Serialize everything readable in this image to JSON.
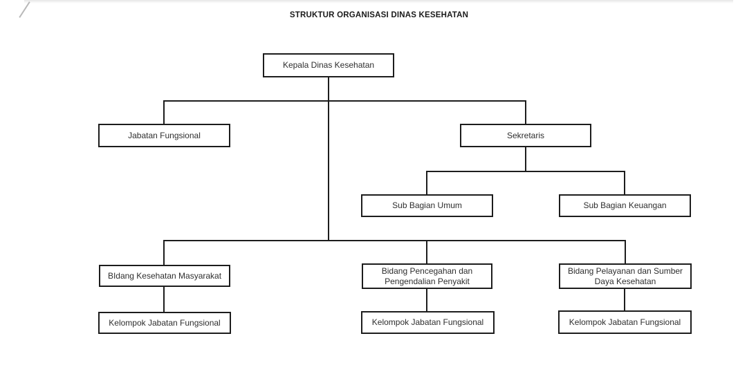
{
  "page": {
    "title": "STRUKTUR ORGANISASI DINAS KESEHATAN"
  },
  "colors": {
    "background": "#ffffff",
    "title": "#1a1a1a",
    "text": "#2d2d2d",
    "box-border": "#1c1c1c",
    "line": "#1c1c1c",
    "page-edge": "#e6e6e6",
    "page-fold": "#b9b9b9"
  },
  "org_chart": {
    "type": "organizational-chart",
    "nodes": [
      {
        "id": "kepala-dinas-kesehatan",
        "label": "Kepala Dinas Kesehatan",
        "reports_to": null
      },
      {
        "id": "jabatan-fungsional",
        "label": "Jabatan Fungsional",
        "reports_to": "kepala-dinas-kesehatan"
      },
      {
        "id": "sekretaris",
        "label": "Sekretaris",
        "reports_to": "kepala-dinas-kesehatan"
      },
      {
        "id": "sub-bagian-umum",
        "label": "Sub Bagian Umum",
        "reports_to": "sekretaris"
      },
      {
        "id": "sub-bagian-keuangan",
        "label": "Sub Bagian Keuangan",
        "reports_to": "sekretaris"
      },
      {
        "id": "bidang-kesehatan-masyarakat",
        "label": "BIdang Kesehatan Masyarakat",
        "reports_to": "kepala-dinas-kesehatan"
      },
      {
        "id": "bidang-pencegahan-pengendalian-penyakit",
        "label": "Bidang Pencegahan dan\nPengendalian Penyakit",
        "reports_to": "kepala-dinas-kesehatan"
      },
      {
        "id": "bidang-pelayanan-sumber-daya-kesehatan",
        "label": "Bidang Pelayanan dan Sumber\nDaya Kesehatan",
        "reports_to": "kepala-dinas-kesehatan"
      },
      {
        "id": "kelompok-jabatan-fungsional-1",
        "label": "Kelompok Jabatan Fungsional",
        "reports_to": "bidang-kesehatan-masyarakat"
      },
      {
        "id": "kelompok-jabatan-fungsional-2",
        "label": "Kelompok Jabatan Fungsional",
        "reports_to": "bidang-pencegahan-pengendalian-penyakit"
      },
      {
        "id": "kelompok-jabatan-fungsional-3",
        "label": "Kelompok Jabatan Fungsional",
        "reports_to": "bidang-pelayanan-sumber-daya-kesehatan"
      }
    ]
  }
}
